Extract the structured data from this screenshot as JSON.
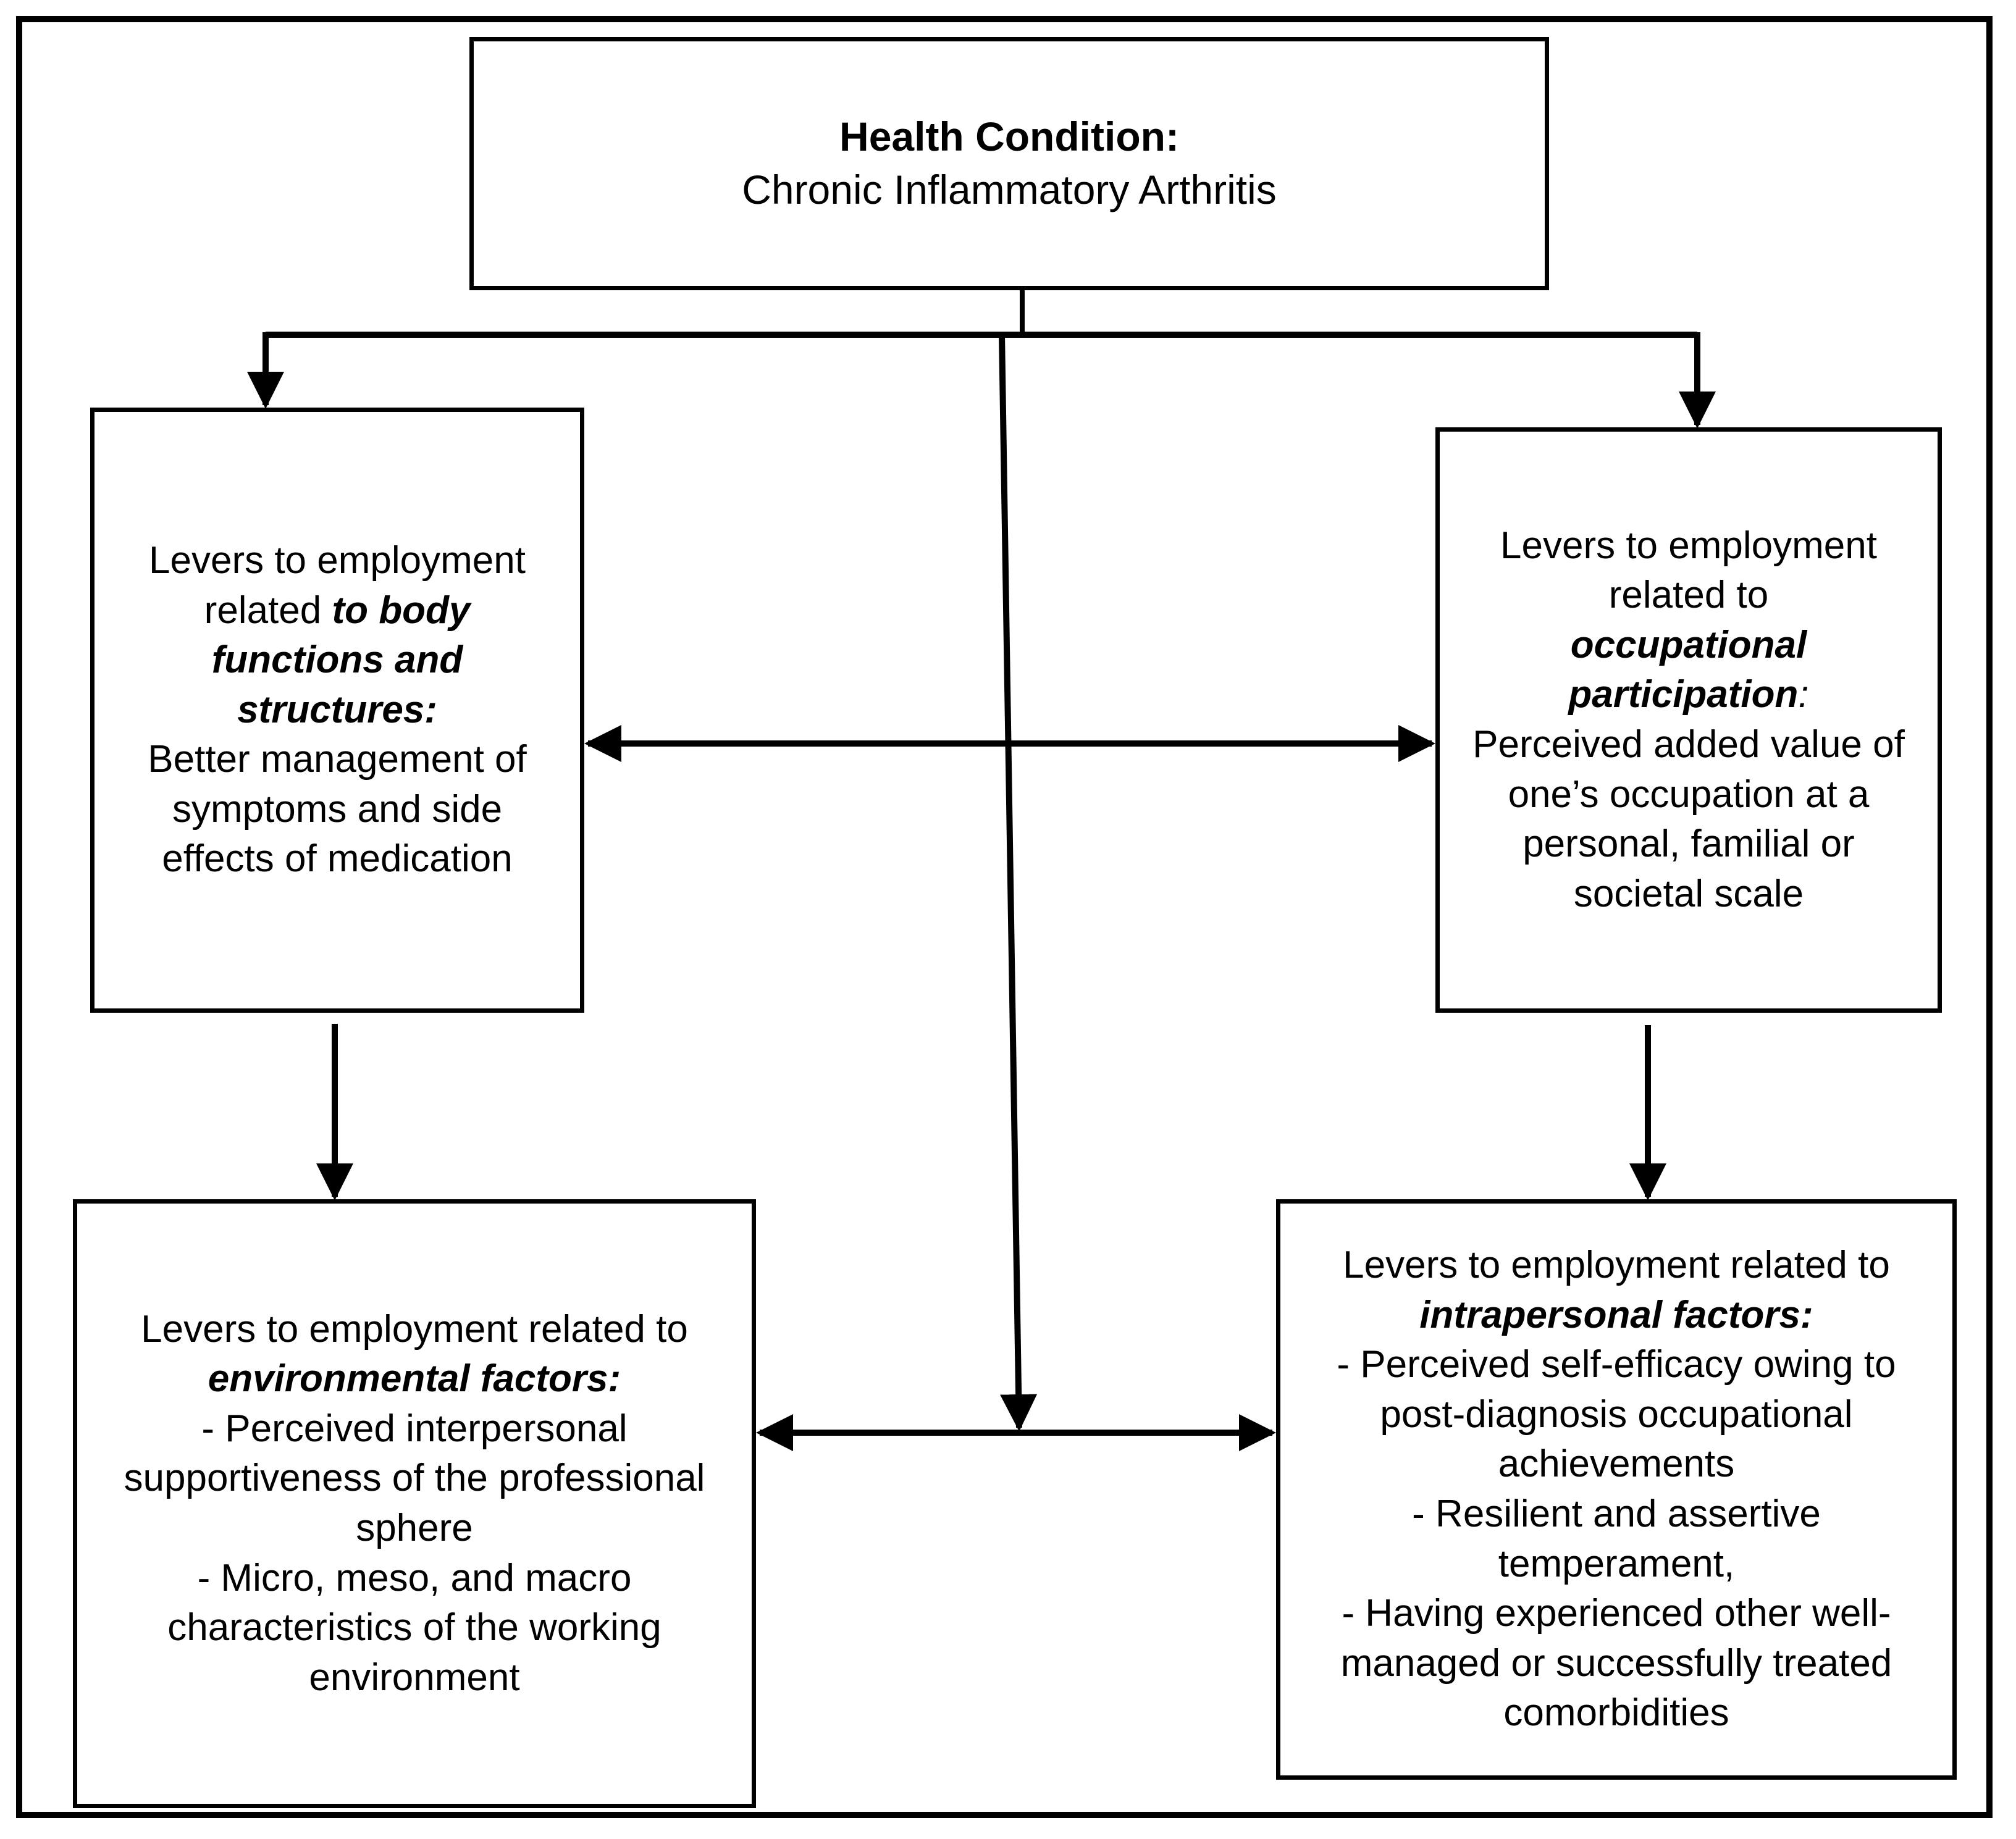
{
  "health_condition": {
    "label": "Health Condition:",
    "value": "Chronic Inflammatory Arthritis"
  },
  "body_functions": {
    "intro": "Levers to employment related",
    "emphasis": "to body functions and structures:",
    "detail": "Better management of symptoms and side effects of medication"
  },
  "occupational": {
    "intro": "Levers to employment related to",
    "emphasis": "occupational participation",
    "colon": ":",
    "detail": "Perceived added value of one’s occupation at a personal, familial or societal scale"
  },
  "environmental": {
    "intro": "Levers to employment related to",
    "emphasis": "environmental factors:",
    "items": [
      "- Perceived interpersonal supportiveness of the professional sphere",
      "- Micro, meso, and macro characteristics of the working environment"
    ]
  },
  "intrapersonal": {
    "intro": "Levers to employment related to",
    "emphasis": "intrapersonal factors:",
    "items": [
      "- Perceived self-efficacy owing to post-diagnosis occupational achievements",
      "- Resilient and assertive temperament,",
      "- Having experienced other well-managed or successfully treated comorbidities"
    ]
  }
}
